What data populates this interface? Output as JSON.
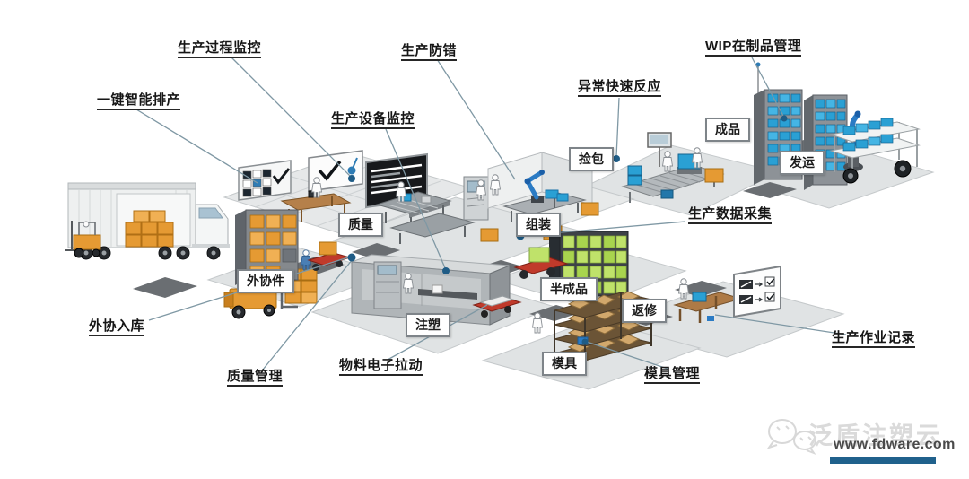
{
  "diagram": {
    "feature_labels": {
      "smart_scheduling": "一键智能排产",
      "process_monitor": "生产过程监控",
      "error_proofing": "生产防错",
      "equipment_monitor": "生产设备监控",
      "abnormal_response": "异常快速反应",
      "wip_management": "WIP在制品管理",
      "data_collection": "生产数据采集",
      "outsourced_inbound": "外协入库",
      "quality_management": "质量管理",
      "material_pull": "物料电子拉动",
      "mold_management": "模具管理",
      "operation_records": "生产作业记录"
    },
    "area_labels": {
      "quality": "质量",
      "assembly": "组装",
      "picking": "捡包",
      "finished_goods": "成品",
      "shipping": "发运",
      "outsourced_parts": "外协件",
      "semi_finished": "半成品",
      "injection": "注塑",
      "mold": "模具",
      "rework": "返修"
    },
    "colors": {
      "leader_line": "#7f98a4",
      "node_dot": "#1f5c86",
      "box_orange": "#e59a33",
      "box_blue": "#2aa0d4",
      "box_green": "#bfe26a",
      "mold_tan": "#d2a86c",
      "agv_red": "#c03a2b",
      "robot_blue": "#2b7bc4",
      "floor_gray": "#e0e3e4"
    }
  },
  "branding": {
    "watermark": "泛盾注塑云",
    "website": "www.fdware.com",
    "bar_color": "#20618c"
  }
}
